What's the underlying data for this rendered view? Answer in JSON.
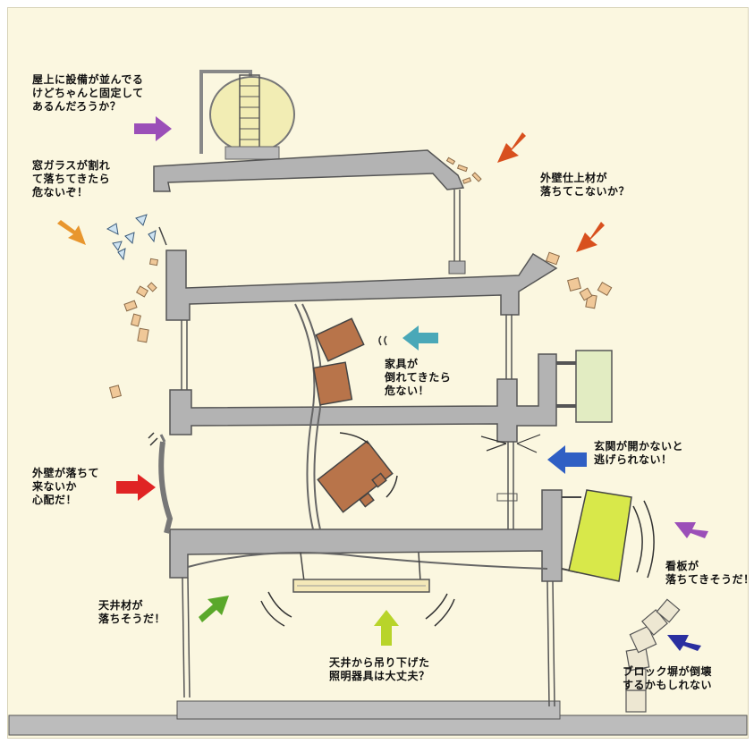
{
  "labels": {
    "roof_equipment": "屋上に設備が並んでる\nけどちゃんと固定して\nあるんだろうか？",
    "window_glass": "窓ガラスが割れ\nて落ちてきたら\n危ないぞ！",
    "exterior_finish": "外壁仕上材が\n落ちてこないか？",
    "furniture": "家具が\n倒れてきたら\n危ない！",
    "entrance_door": "玄関が開かないと\n逃げられない！",
    "exterior_wall": "外壁が落ちて\n来ないか\n心配だ！",
    "signboard": "看板が\n落ちてきそうだ！",
    "ceiling_material": "天井材が\n落ちそうだ！",
    "hanging_light": "天井から吊り下げた\n照明器具は大丈夫？",
    "block_wall": "ブロック塀が倒壊\nするかもしれない"
  },
  "colors": {
    "background": "#fbf7e0",
    "structure": "#b3b3b3",
    "structure_edge": "#555555",
    "arrow_purple": "#9b4fb8",
    "arrow_orange_red": "#d8501e",
    "arrow_orange": "#e8962e",
    "arrow_teal": "#4aa8b8",
    "arrow_blue": "#2f5fc4",
    "arrow_red": "#e02424",
    "arrow_green": "#5aa82a",
    "arrow_yellow_green": "#b8d42a",
    "arrow_navy": "#2a2fa0",
    "furniture": "#b8744a",
    "signboard": "#d8e84a",
    "tank": "#f2edb4"
  }
}
